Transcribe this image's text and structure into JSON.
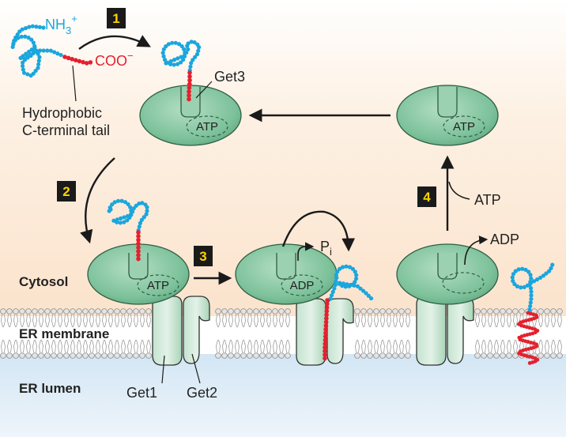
{
  "labels": {
    "nh3": "NH",
    "nh3_sub": "3",
    "nh3_sup": "+",
    "coo": "COO",
    "coo_sup": "−",
    "hydrophobic_line1": "Hydrophobic",
    "hydrophobic_line2": "C-terminal tail",
    "get3": "Get3",
    "atp": "ATP",
    "adp": "ADP",
    "pi": "P",
    "pi_sub": "i",
    "get1": "Get1",
    "get2": "Get2",
    "cytosol": "Cytosol",
    "er_membrane": "ER membrane",
    "er_lumen": "ER lumen"
  },
  "steps": [
    "1",
    "2",
    "3",
    "4"
  ],
  "colors": {
    "protein_blue": "#1aa6de",
    "tail_red": "#e5202e",
    "get3_green": "#7cc19a",
    "cytosol_bg": "#fbe3cc",
    "lumen_bg": "#d9e9f5",
    "step_box": "#1a1a1a",
    "step_text": "#ffd200"
  },
  "icons": [
    "get3-complex",
    "get1-get2-receptor",
    "lipid-bilayer",
    "polypeptide-chain"
  ]
}
